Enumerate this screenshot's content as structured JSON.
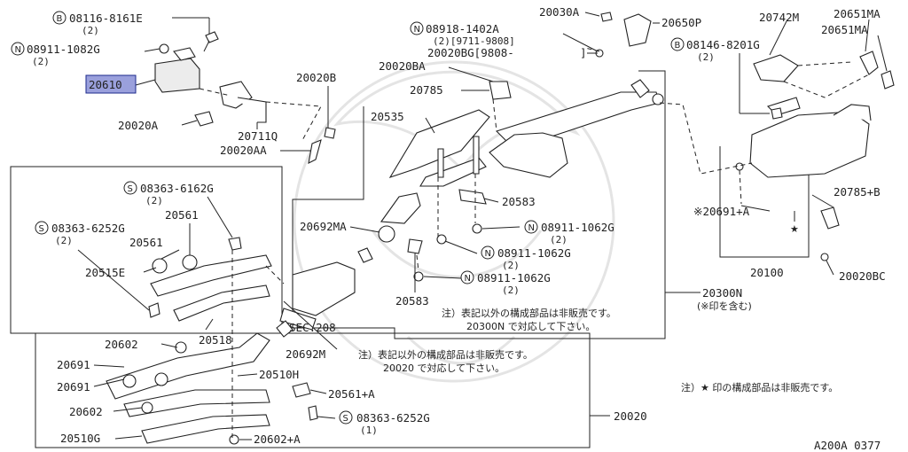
{
  "labels": {
    "p08116_8161E": "08116-8161E",
    "p08116_8161E_q": "(2)",
    "p08911_1082G": "08911-1082G",
    "p08911_1082G_q": "(2)",
    "p20610": "20610",
    "p20020A": "20020A",
    "p20711Q": "20711Q",
    "p20020B": "20020B",
    "p20020AA": "20020AA",
    "p20030A": "20030A",
    "p08918_1402A": "08918-1402A",
    "p08918_line2": "(2)[9711-9808]",
    "p20020BG": "20020BG[9808-",
    "p20020BA": "20020BA",
    "p20785": "20785",
    "p20650P": "20650P",
    "p20742M": "20742M",
    "p20651MA_1": "20651MA",
    "p20651MA_2": "20651MA",
    "p08146_8201G": "08146-8201G",
    "p08146_8201G_q": "(2)",
    "p20535": "20535",
    "p20583_a": "20583",
    "p20583_b": "20583",
    "p08911_1062G_a": "08911-1062G",
    "p08911_1062G_a_q": "(2)",
    "p08911_1062G_b": "08911-1062G",
    "p08911_1062G_b_q": "(2)",
    "p08911_1062G_c": "08911-1062G",
    "p08911_1062G_c_q": "(2)",
    "p20692MA": "20692MA",
    "p20692M": "20692M",
    "pSEC208": "SEC.208",
    "p08363_6162G": "08363-6162G",
    "p08363_6162G_q": "(2)",
    "p08363_6252G_a": "08363-6252G",
    "p08363_6252G_a_q": "(2)",
    "p20561_a": "20561",
    "p20561_b": "20561",
    "p20515E": "20515E",
    "p20518": "20518",
    "p20602_a": "20602",
    "p20602_b": "20602",
    "p20691_a": "20691",
    "p20691_b": "20691",
    "p20510H": "20510H",
    "p20561A": "20561+A",
    "p08363_6252G_b": "08363-6252G",
    "p08363_6252G_b_q": "(1)",
    "p20510G": "20510G",
    "p20602A": "20602+A",
    "p20020": "20020",
    "p20300N": "20300N",
    "p20300N_sub": "(※印を含む)",
    "p20691A": "※20691+A",
    "p20100": "20100",
    "p20785B": "20785+B",
    "p20020BC": "20020BC",
    "bullet_B": "B",
    "bullet_N": "N",
    "bullet_S": "S",
    "bracket_close": "]",
    "star": "★",
    "code": "A200A 0377"
  },
  "notes": {
    "n1_l1": "注）表記以外の構成部品は非販売です。",
    "n1_l2": "20300N で対応して下さい。",
    "n2_l1": "注）表記以外の構成部品は非販売です。",
    "n2_l2": "20020 で対応して下さい。",
    "n3": "注）★ 印の構成部品は非販売です。"
  },
  "highlight": {
    "part": "20610",
    "color": "#9aa0dc"
  }
}
